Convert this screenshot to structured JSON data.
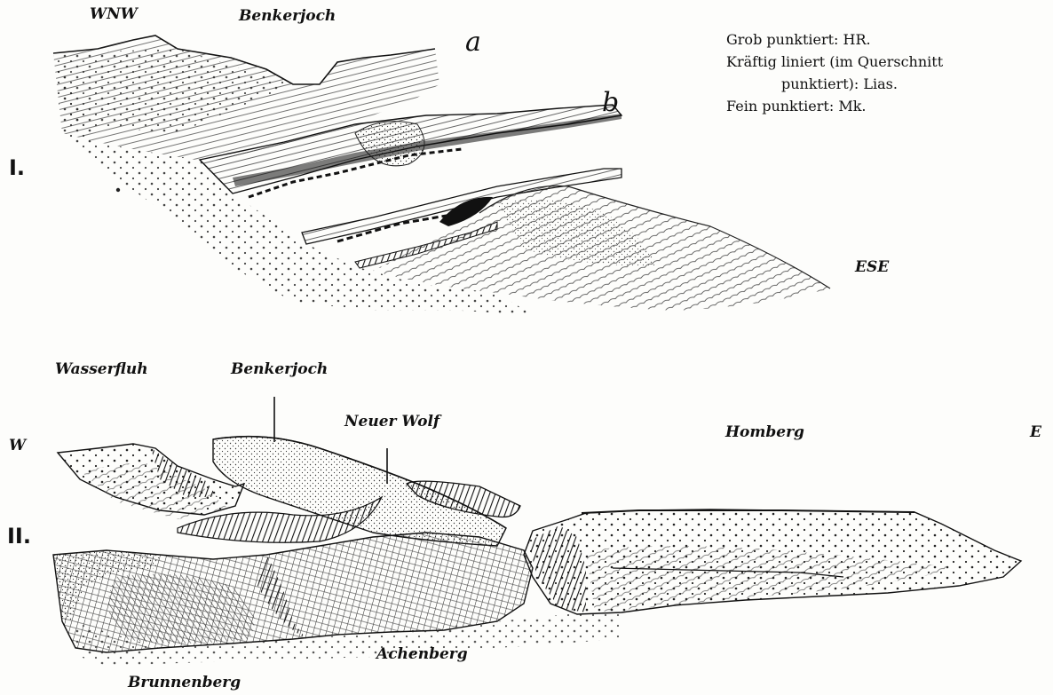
{
  "panel_I": {
    "numeral": "I.",
    "label_left": "WNW",
    "label_pass": "Benkerjoch",
    "label_right": "ESE",
    "mark_a": "a",
    "mark_b": "b"
  },
  "panel_II": {
    "numeral": "II.",
    "label_w": "W",
    "label_e": "E",
    "label_wasserfluh": "Wasserfluh",
    "label_benkerjoch": "Benkerjoch",
    "label_neuer_wolf": "Neuer Wolf",
    "label_homberg": "Homberg",
    "label_achenberg": "Achenberg",
    "label_brunnenberg": "Brunnenberg"
  },
  "legend": {
    "line1": "Grob punktiert: HR.",
    "line2": "Kräftig liniert (im Querschnitt",
    "line3": "punktiert): Lias.",
    "line4": "Fein punktiert: Mk."
  }
}
